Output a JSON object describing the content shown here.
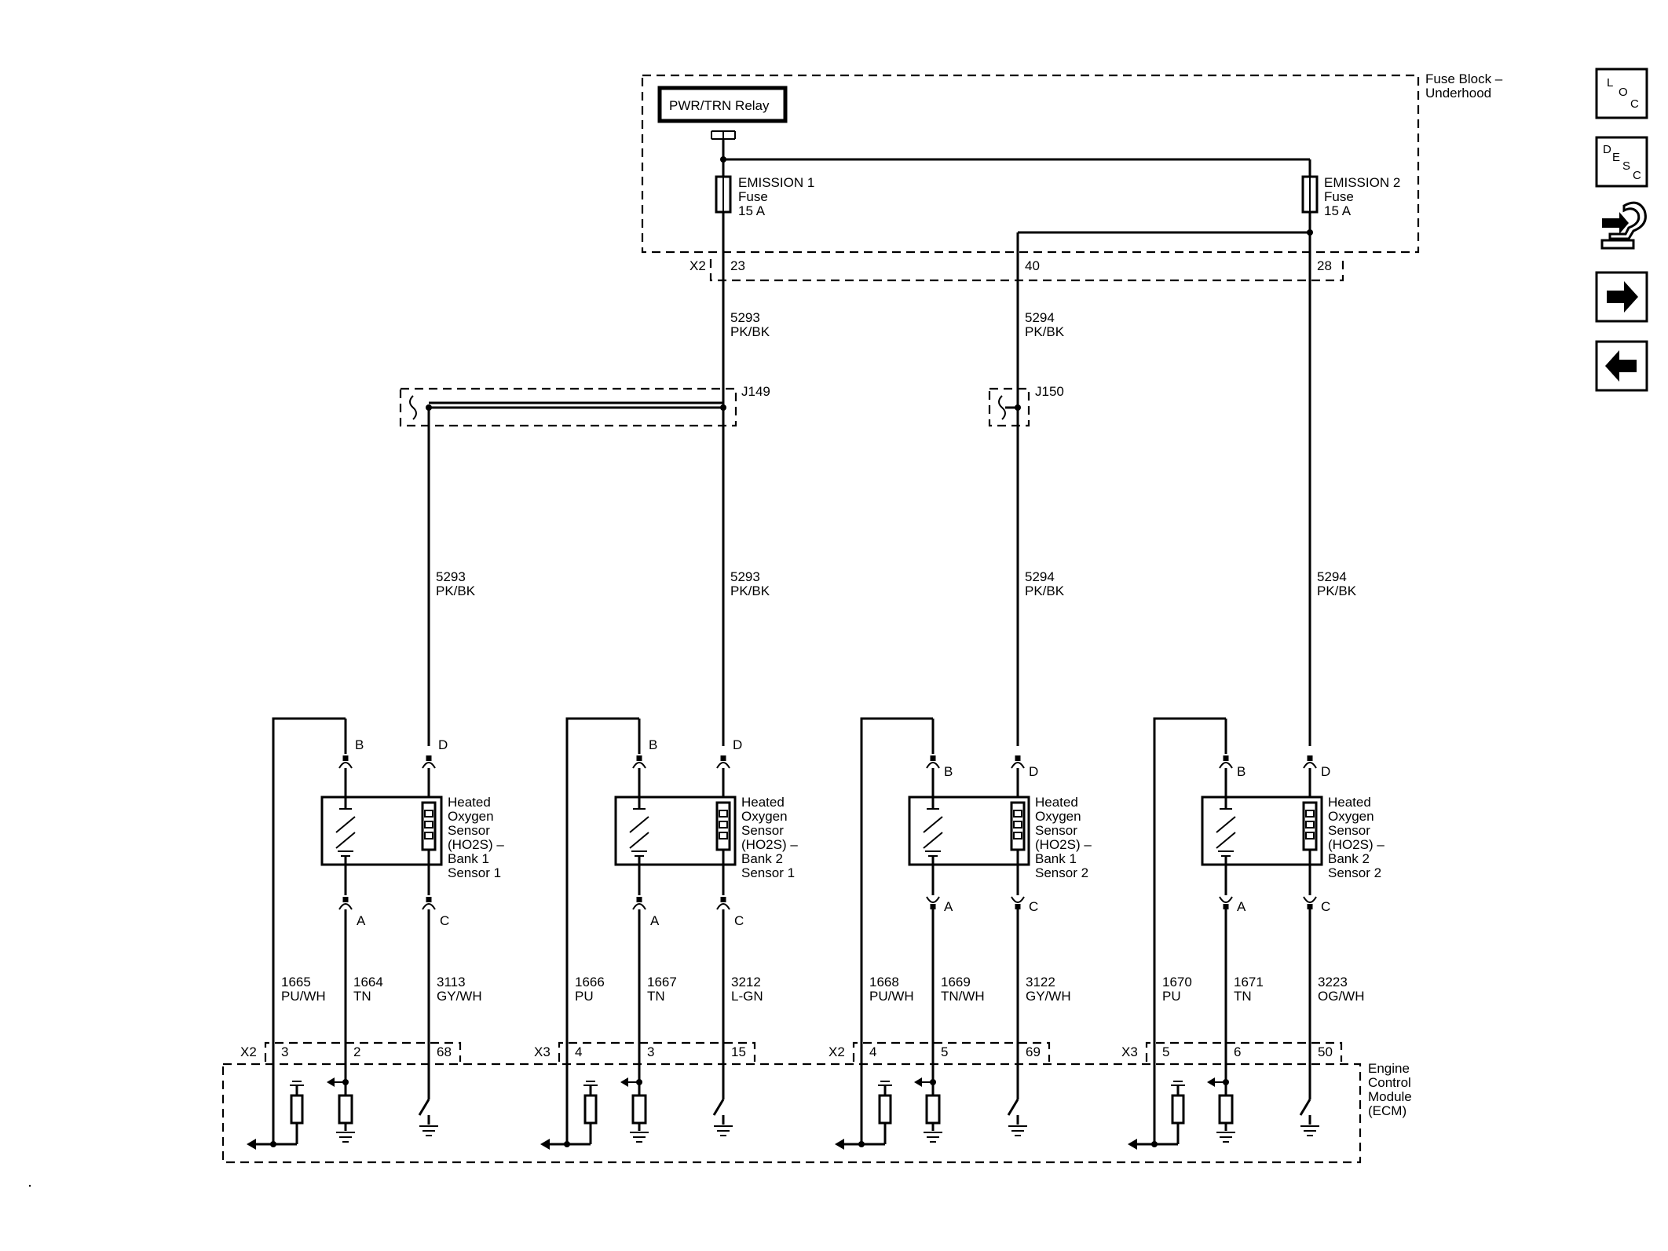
{
  "fuse_block": {
    "label_line1": "Fuse Block –",
    "label_line2": "Underhood",
    "relay": "PWR/TRN Relay",
    "fuse1": [
      "EMISSION 1",
      "Fuse",
      "15 A"
    ],
    "fuse2": [
      "EMISSION 2",
      "Fuse",
      "15 A"
    ],
    "connector": "X2",
    "pins": [
      "23",
      "40",
      "28"
    ]
  },
  "upper_wires": [
    {
      "circuit": "5293",
      "color": "PK/BK"
    },
    {
      "circuit": "5294",
      "color": "PK/BK"
    }
  ],
  "splices": [
    "J149",
    "J150"
  ],
  "sensors": [
    {
      "name": [
        "Heated",
        "Oxygen",
        "Sensor",
        "(HO2S)  –",
        "Bank 1",
        "Sensor 1"
      ],
      "supply": {
        "circuit": "5293",
        "color": "PK/BK"
      },
      "pins": {
        "top_left": "B",
        "top_right": "D",
        "bottom_left": "A",
        "bottom_right": "C"
      },
      "wires": [
        {
          "circuit": "1665",
          "color": "PU/WH"
        },
        {
          "circuit": "1664",
          "color": "TN"
        },
        {
          "circuit": "3113",
          "color": "GY/WH"
        }
      ],
      "ecm_connector": "X2",
      "ecm_pins": [
        "3",
        "2",
        "68"
      ]
    },
    {
      "name": [
        "Heated",
        "Oxygen",
        "Sensor",
        "(HO2S)  –",
        "Bank 2",
        "Sensor 1"
      ],
      "supply": {
        "circuit": "5293",
        "color": "PK/BK"
      },
      "pins": {
        "top_left": "B",
        "top_right": "D",
        "bottom_left": "A",
        "bottom_right": "C"
      },
      "wires": [
        {
          "circuit": "1666",
          "color": "PU"
        },
        {
          "circuit": "1667",
          "color": "TN"
        },
        {
          "circuit": "3212",
          "color": "L-GN"
        }
      ],
      "ecm_connector": "X3",
      "ecm_pins": [
        "4",
        "3",
        "15"
      ]
    },
    {
      "name": [
        "Heated",
        "Oxygen",
        "Sensor",
        "(HO2S)  –",
        "Bank 1",
        "Sensor 2"
      ],
      "supply": {
        "circuit": "5294",
        "color": "PK/BK"
      },
      "pins": {
        "top_left": "B",
        "top_right": "D",
        "bottom_left": "A",
        "bottom_right": "C"
      },
      "wires": [
        {
          "circuit": "1668",
          "color": "PU/WH"
        },
        {
          "circuit": "1669",
          "color": "TN/WH"
        },
        {
          "circuit": "3122",
          "color": "GY/WH"
        }
      ],
      "ecm_connector": "X2",
      "ecm_pins": [
        "4",
        "5",
        "69"
      ]
    },
    {
      "name": [
        "Heated",
        "Oxygen",
        "Sensor",
        "(HO2S)  –",
        "Bank 2",
        "Sensor 2"
      ],
      "supply": {
        "circuit": "5294",
        "color": "PK/BK"
      },
      "pins": {
        "top_left": "B",
        "top_right": "D",
        "bottom_left": "A",
        "bottom_right": "C"
      },
      "wires": [
        {
          "circuit": "1670",
          "color": "PU"
        },
        {
          "circuit": "1671",
          "color": "TN"
        },
        {
          "circuit": "3223",
          "color": "OG/WH"
        }
      ],
      "ecm_connector": "X3",
      "ecm_pins": [
        "5",
        "6",
        "50"
      ]
    }
  ],
  "ecm": [
    "Engine",
    "Control",
    "Module",
    "(ECM)"
  ],
  "nav": [
    {
      "name": "location-icon",
      "letters": [
        "L",
        "O",
        "C"
      ]
    },
    {
      "name": "description-icon",
      "letters": [
        "D",
        "E",
        "S",
        "C"
      ]
    },
    {
      "name": "diagnostics-icon"
    },
    {
      "name": "next-arrow-icon"
    },
    {
      "name": "back-arrow-icon"
    }
  ]
}
